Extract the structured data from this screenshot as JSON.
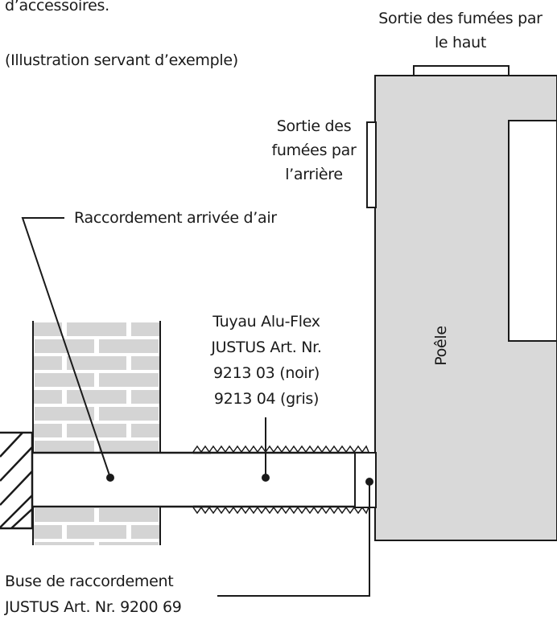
{
  "intro": {
    "accessories_text": "d’accessoires.",
    "illustration_note": "(Illustration servant d’exemple)"
  },
  "labels": {
    "top_outlet": [
      "Sortie des fumées par",
      "le haut"
    ],
    "rear_outlet": [
      "Sortie des",
      "fumées par",
      "l’arrière"
    ],
    "air_inlet": "Raccordement arrivée d’air",
    "pipe": [
      "Tuyau Alu-Flex",
      "JUSTUS Art. Nr.",
      "9213 03 (noir)",
      "9213 04 (gris)"
    ],
    "stove": "Poêle",
    "nozzle": [
      "Buse de raccordement",
      "JUSTUS Art. Nr. 9200 69"
    ]
  },
  "colors": {
    "stove_fill": "#d9d9d9",
    "brick_fill": "#d4d4d4",
    "stroke": "#1a1a1a",
    "background": "#ffffff"
  }
}
